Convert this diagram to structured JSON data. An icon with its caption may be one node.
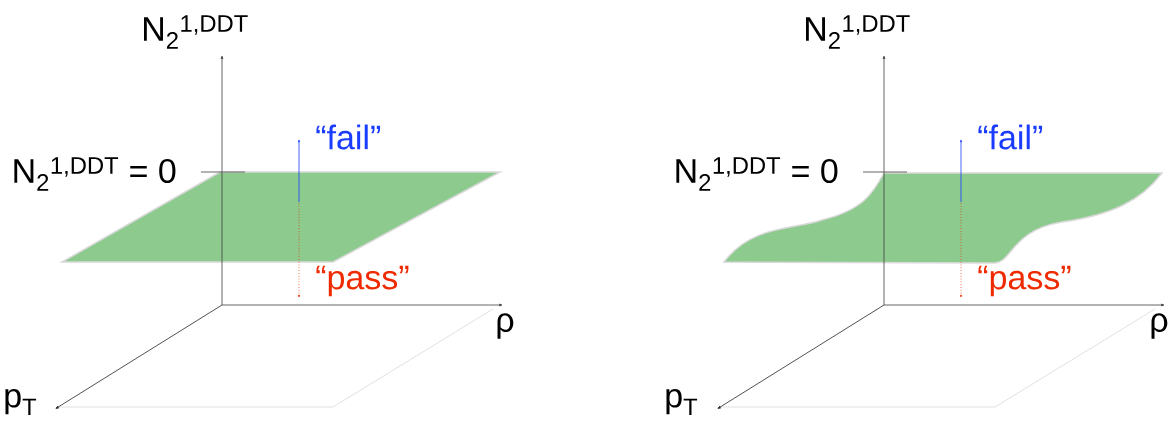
{
  "diagram": {
    "labels": [
      "N$_{2}$$^{1,DDT}$",
      "N$_{2}$$^{1,DDT}$",
      "“fail”",
      "“fail”",
      "N$_{2}$$^{1,DDT}$ = 0",
      "N$_{2}$$^{1,DDT}$ = 0",
      "“pass”",
      "“pass”",
      "ρ",
      "ρ",
      "p$_{T}$",
      "p$_{T}$"
    ]
  }
}
